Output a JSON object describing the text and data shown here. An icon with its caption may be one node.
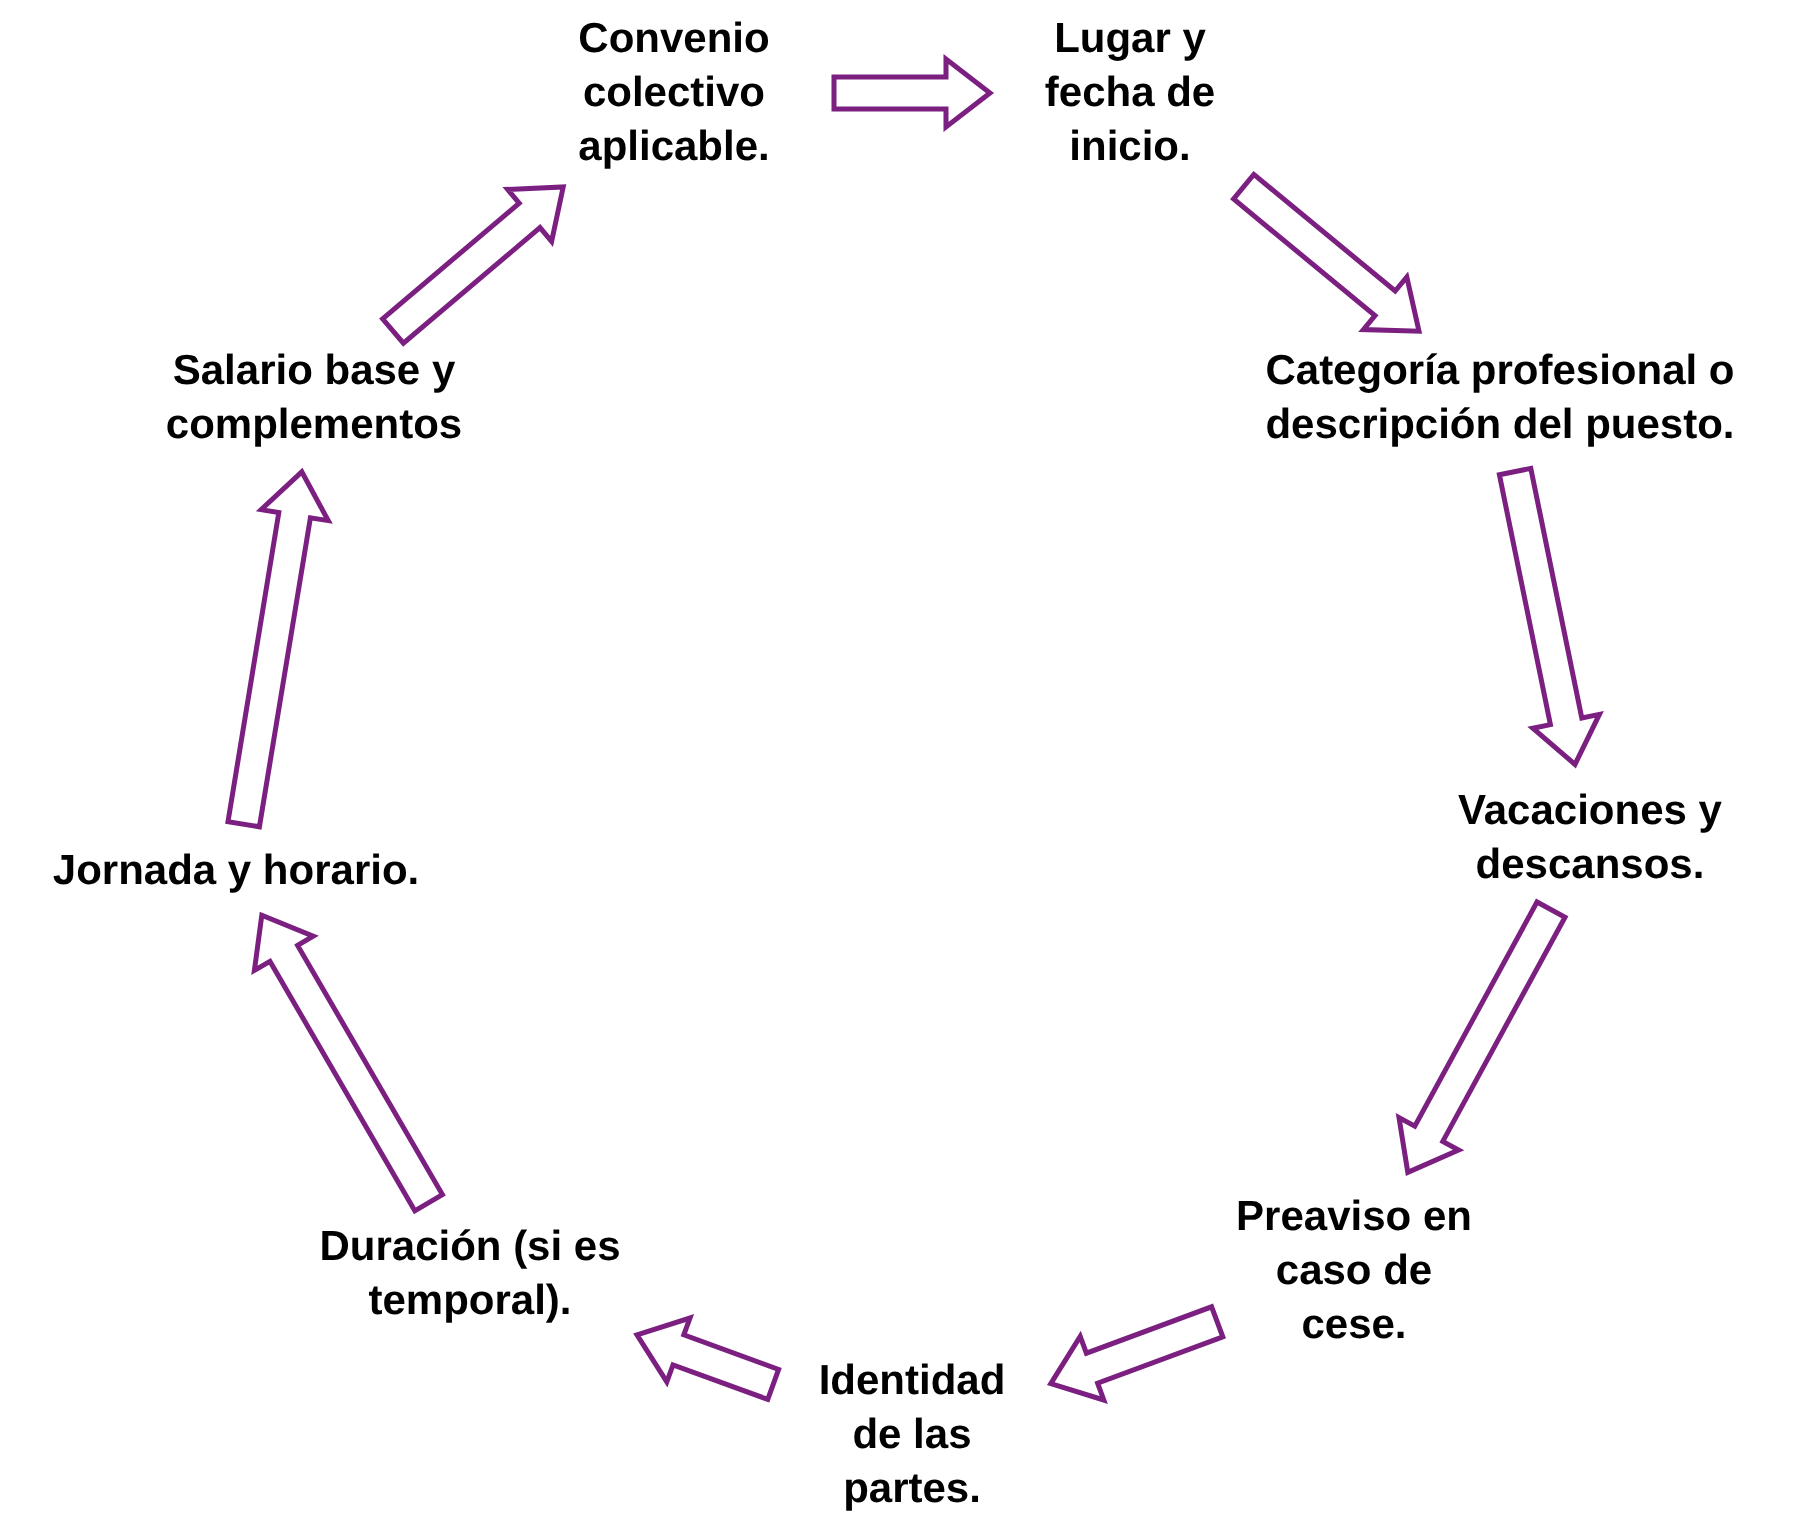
{
  "diagram": {
    "nodes": [
      {
        "text": [
          "Convenio colectivo aplicable."
        ]
      },
      {
        "text": [
          "Lugar y fecha de inicio."
        ]
      },
      {
        "text": [
          "Categoría profesional o descripción del puesto."
        ]
      },
      {
        "text": [
          "Vacaciones y descansos."
        ]
      },
      {
        "text": [
          "Preaviso en caso de cese."
        ]
      },
      {
        "text": [
          "Identidad de las partes."
        ]
      },
      {
        "text": [
          "Duración (si es temporal)."
        ]
      },
      {
        "text": [
          "Jornada y horario."
        ]
      },
      {
        "text": [
          "Salario base y complementos"
        ]
      }
    ],
    "edges": [
      {
        "from": 0,
        "to": 1,
        "arrow": "to"
      },
      {
        "from": 1,
        "to": 2,
        "arrow": "to"
      },
      {
        "from": 2,
        "to": 3,
        "arrow": "to"
      },
      {
        "from": 3,
        "to": 4,
        "arrow": "to"
      },
      {
        "from": 4,
        "to": 5,
        "arrow": "to"
      },
      {
        "from": 5,
        "to": 6,
        "arrow": "to"
      },
      {
        "from": 6,
        "to": 7,
        "arrow": "to"
      },
      {
        "from": 7,
        "to": 8,
        "arrow": "to"
      },
      {
        "from": 8,
        "to": 0,
        "arrow": "to"
      }
    ]
  }
}
